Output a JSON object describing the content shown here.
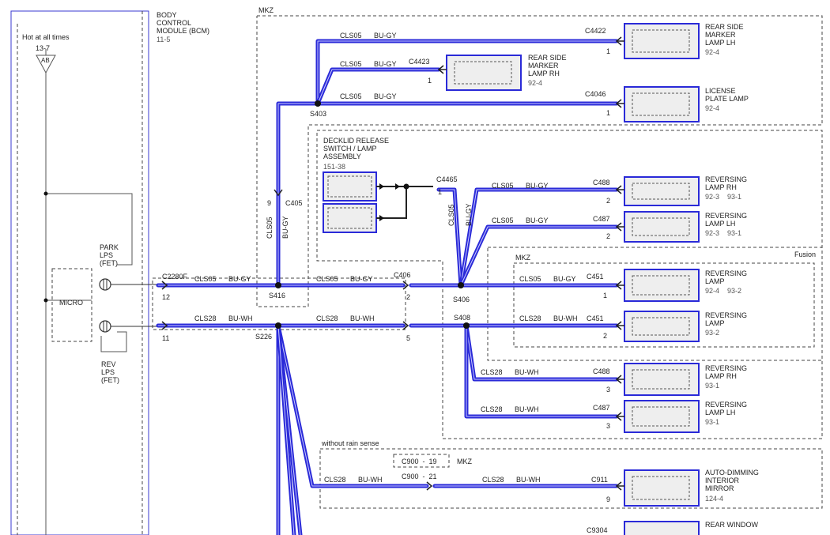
{
  "labels": {
    "bcm_title": "BODY\nCONTROL\nMODULE (BCM)",
    "bcm_ref": "11-5",
    "hot_at_all_times": "Hot at all times",
    "fuse_ref": "13-7",
    "fuse_id": "AB",
    "micro": "MICRO",
    "park_lps": "PARK\nLPS\n(FET)",
    "rev_lps": "REV\nLPS\n(FET)",
    "mkz_top": "MKZ",
    "mkz_mid": "MKZ",
    "fusion": "Fusion",
    "without_rain_sense": "without rain sense",
    "mkz_c900": "MKZ",
    "decklid": "DECKLID RELEASE\nSWITCH / LAMP\nASSEMBLY",
    "decklid_ref": "151-38"
  },
  "wires": {
    "cls05": "CLS05",
    "bu_gy": "BU-GY",
    "cls28": "CLS28",
    "bu_wh": "BU-WH"
  },
  "connectors": {
    "c2280f": "C2280F",
    "c2280f_p12": "12",
    "c2280f_p11": "11",
    "c406": "C406",
    "c406_p2": "2",
    "c406_p5": "5",
    "c405": "C405",
    "c405_p9": "9",
    "c4465": "C4465",
    "c4465_p1": "1",
    "c4422": "C4422",
    "c4422_p1": "1",
    "c4423": "C4423",
    "c4423_p1": "1",
    "c4046": "C4046",
    "c4046_p1": "1",
    "c488": "C488",
    "c488_p2": "2",
    "c487": "C487",
    "c487_p2": "2",
    "c451a": "C451",
    "c451a_p1": "1",
    "c451b": "C451",
    "c451b_p2": "2",
    "c488b": "C488",
    "c488b_p3": "3",
    "c487b": "C487",
    "c487b_p3": "3",
    "c911": "C911",
    "c911_p9": "9",
    "c900_19": "C900  -  19",
    "c900_21": "C900  -  21",
    "c_partial": "C9304"
  },
  "splices": {
    "s403": "S403",
    "s416": "S416",
    "s406": "S406",
    "s408": "S408",
    "s226": "S226"
  },
  "components": {
    "rear_side_marker_lh": "REAR SIDE\nMARKER\nLAMP LH",
    "rear_side_marker_lh_ref": "92-4",
    "rear_side_marker_rh": "REAR SIDE\nMARKER\nLAMP RH",
    "rear_side_marker_rh_ref": "92-4",
    "license_plate": "LICENSE\nPLATE LAMP",
    "license_plate_ref": "92-4",
    "reversing_rh_1": "REVERSING\nLAMP RH",
    "reversing_rh_1_ref": "92-3    93-1",
    "reversing_lh_1": "REVERSING\nLAMP LH",
    "reversing_lh_1_ref": "92-3    93-1",
    "reversing_a": "REVERSING\nLAMP",
    "reversing_a_ref": "92-4    93-2",
    "reversing_b": "REVERSING\nLAMP",
    "reversing_b_ref": "93-2",
    "reversing_rh_2": "REVERSING\nLAMP RH",
    "reversing_rh_2_ref": "93-1",
    "reversing_lh_2": "REVERSING\nLAMP LH",
    "reversing_lh_2_ref": "93-1",
    "mirror": "AUTO-DIMMING\nINTERIOR\nMIRROR",
    "mirror_ref": "124-4",
    "rear_window": "REAR WINDOW"
  },
  "colors": {
    "wire": "#2a2ad8",
    "wire_core": "#c9c9ff",
    "box_fill": "#eeeeee",
    "box_border": "#2a2ad8",
    "line": "#444444"
  }
}
